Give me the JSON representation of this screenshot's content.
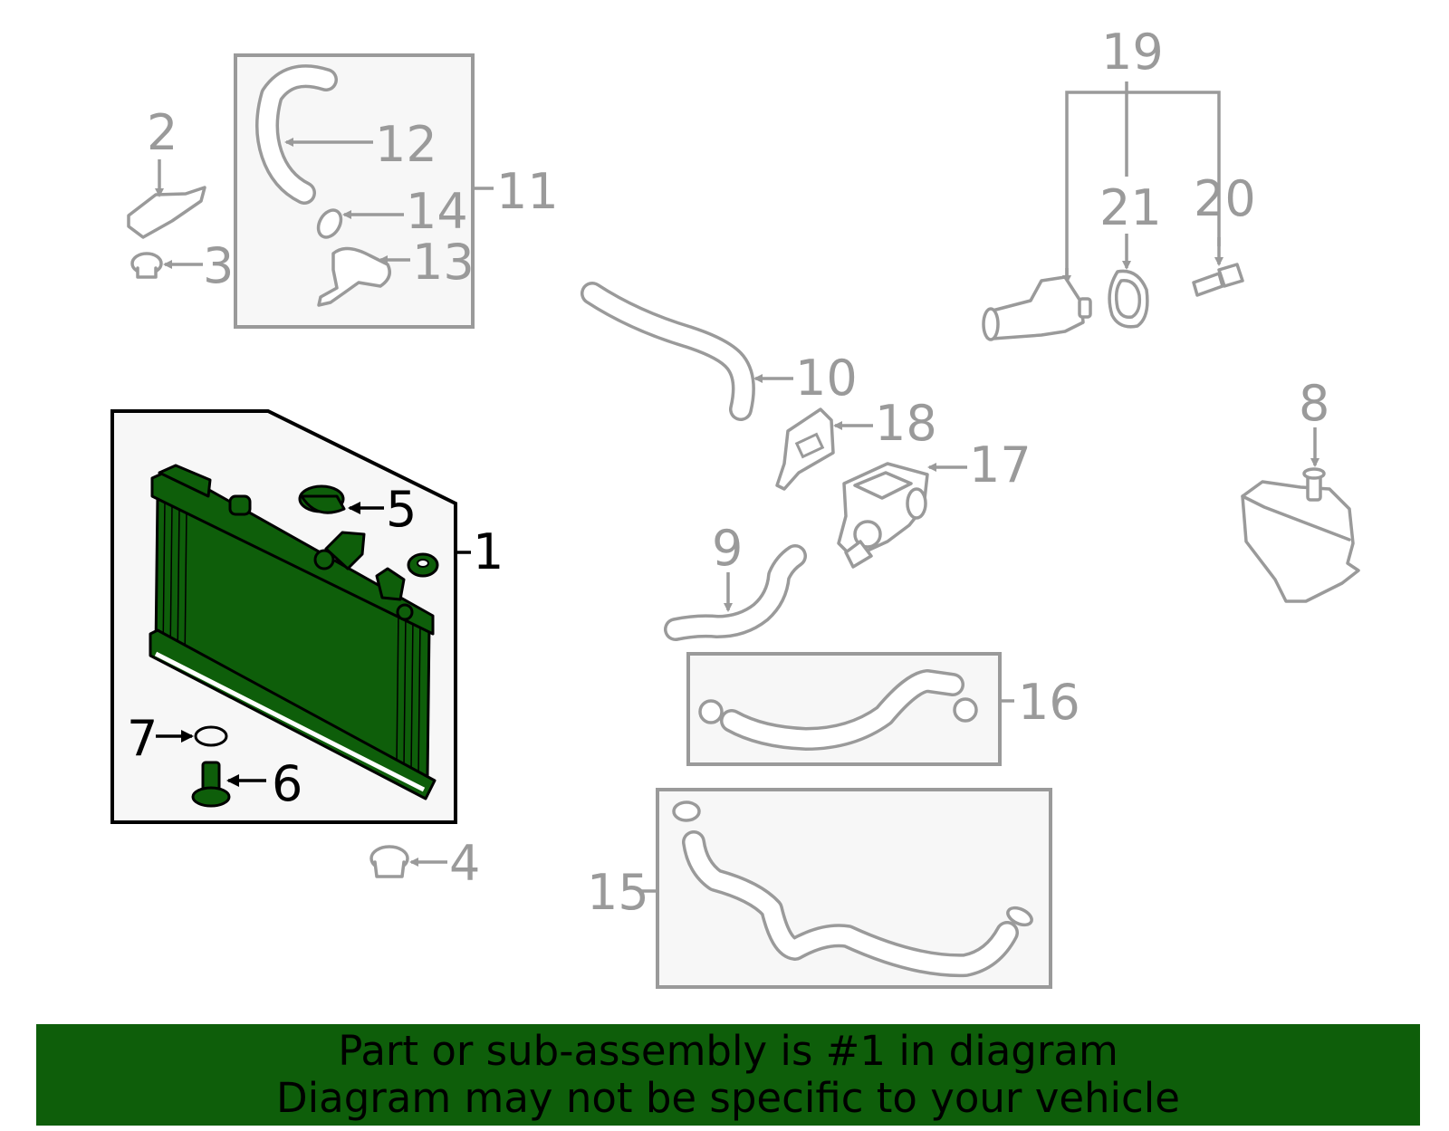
{
  "diagram": {
    "callouts": {
      "c1": "1",
      "c2": "2",
      "c3": "3",
      "c4": "4",
      "c5": "5",
      "c6": "6",
      "c7": "7",
      "c8": "8",
      "c9": "9",
      "c10": "10",
      "c11": "11",
      "c12": "12",
      "c13": "13",
      "c14": "14",
      "c15": "15",
      "c16": "16",
      "c17": "17",
      "c18": "18",
      "c19": "19",
      "c20": "20",
      "c21": "21"
    },
    "highlight_color": "#0e5e0a",
    "part_color": "#9a9a9a"
  },
  "banner": {
    "line1": "Part or sub-assembly is #1 in diagram",
    "line2": "Diagram may not be specific to your vehicle"
  }
}
